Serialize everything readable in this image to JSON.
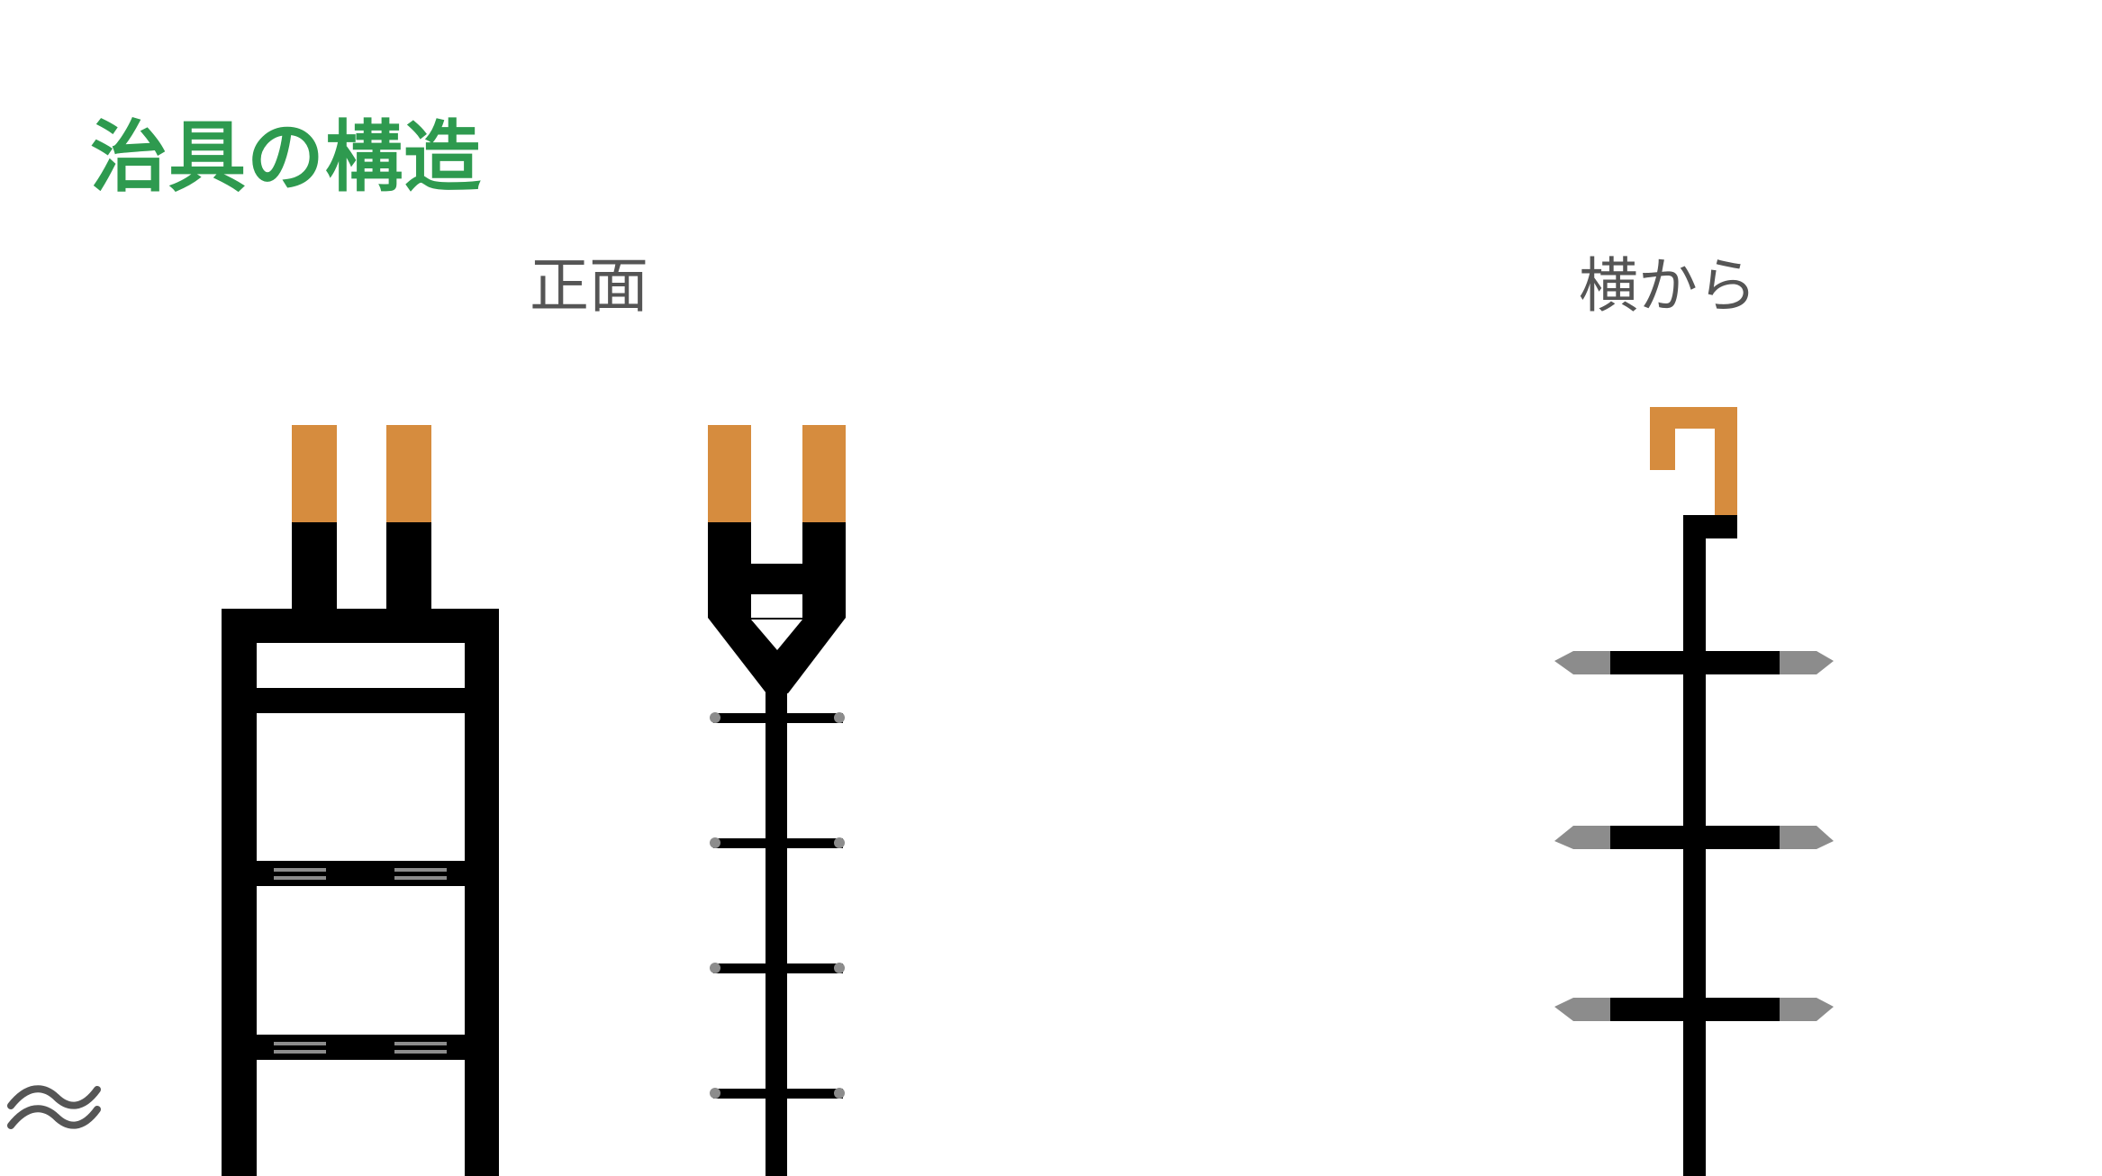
{
  "slide": {
    "title": "治具の構造",
    "front_label": "正面",
    "side_label": "横から"
  },
  "colors": {
    "title": "#2e9a4f",
    "label_text": "#555555",
    "frame": "#000000",
    "clip": "#d68c3e",
    "pad": "#8c8c8c",
    "background": "#ffffff"
  },
  "icons": {
    "continuation_mark": "double-wave-icon"
  }
}
